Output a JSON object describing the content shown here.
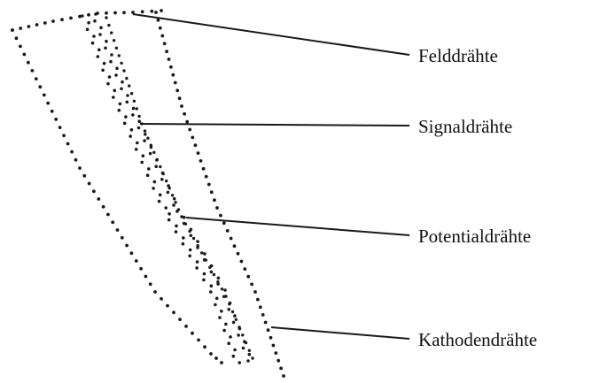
{
  "labels": {
    "feld": "Felddrähte",
    "signal": "Signaldrähte",
    "potential": "Potentialdrähte",
    "kathode": "Kathodendrähte"
  }
}
